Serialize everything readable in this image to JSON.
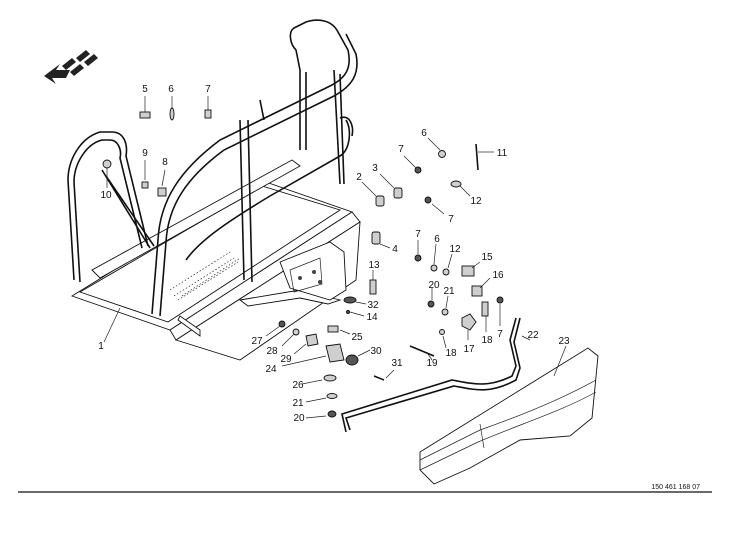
{
  "part_labels": [
    "1",
    "2",
    "3",
    "4",
    "5",
    "6",
    "7",
    "8",
    "9",
    "10",
    "11",
    "12",
    "13",
    "14",
    "15",
    "16",
    "17",
    "18",
    "19",
    "20",
    "21",
    "22",
    "23",
    "24",
    "25",
    "26",
    "27",
    "28",
    "29",
    "30",
    "31",
    "32"
  ],
  "repeat_labels": {
    "seven_b": "7",
    "seven_c": "7",
    "seven_d": "7",
    "seven_e": "7",
    "six_b": "6",
    "six_c": "6",
    "twelve_b": "12",
    "eighteen_b": "18",
    "twenty_b": "20",
    "twentyone_b": "21"
  },
  "doc_code": "150 461 168 07",
  "icons": [
    "direction-arrow-icon"
  ]
}
